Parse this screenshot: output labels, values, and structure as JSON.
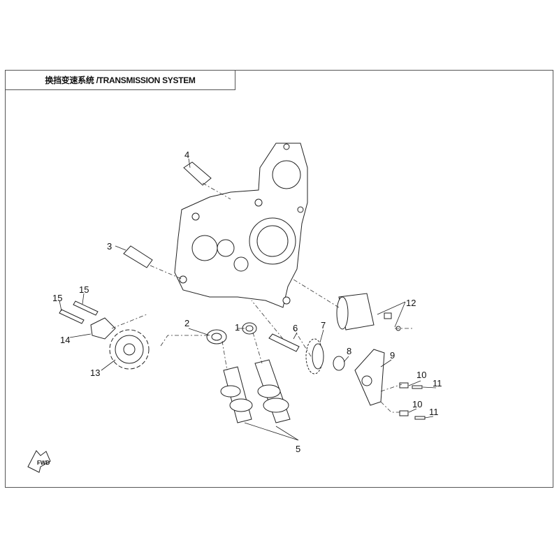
{
  "title": "换挡变速系统 /TRANSMISSION SYSTEM",
  "fwd_icon": "FWD",
  "callouts": [
    "1",
    "2",
    "3",
    "4",
    "5",
    "6",
    "7",
    "8",
    "9",
    "10",
    "10",
    "11",
    "11",
    "12",
    "13",
    "14",
    "15",
    "15"
  ]
}
